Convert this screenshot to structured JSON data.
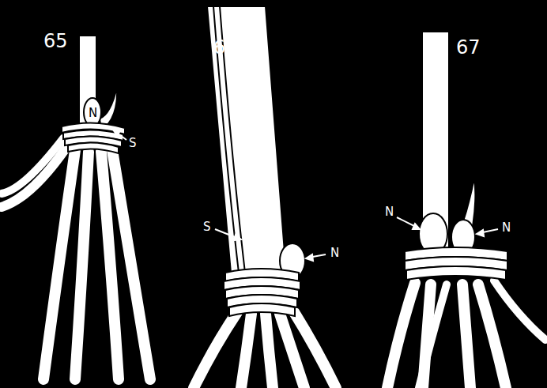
{
  "diagram": {
    "labels": [
      "65",
      "N",
      "S",
      "66",
      "S",
      "N",
      "67",
      "N",
      "N"
    ]
  }
}
